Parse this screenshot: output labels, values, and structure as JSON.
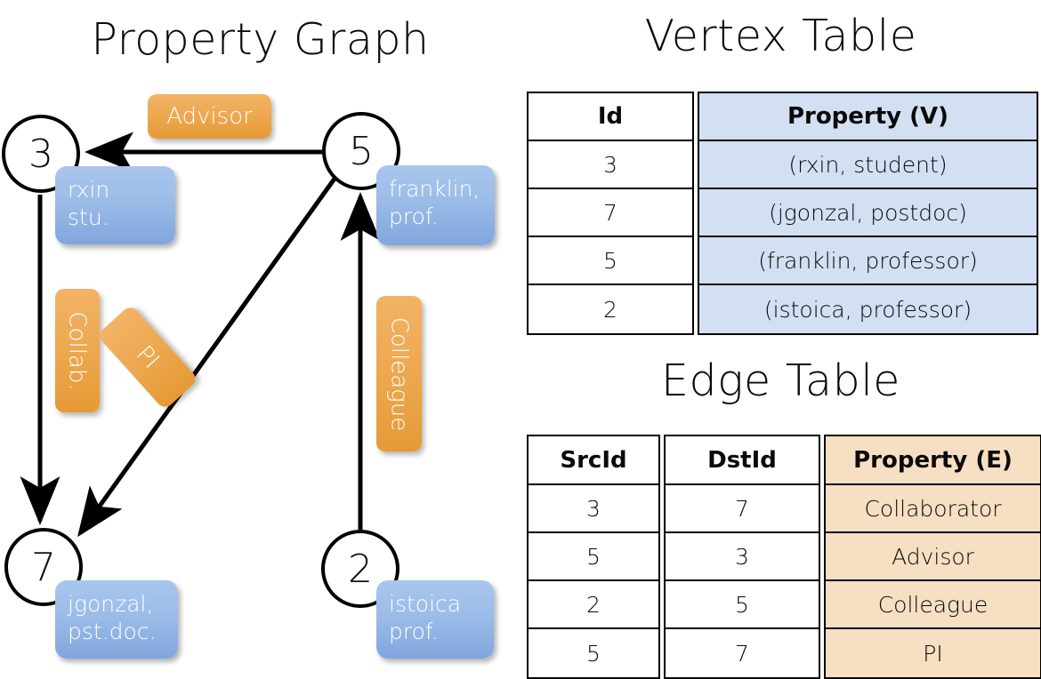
{
  "titles": {
    "property_graph": "Property Graph",
    "vertex_table": "Vertex Table",
    "edge_table": "Edge Table"
  },
  "graph": {
    "nodes": [
      {
        "id": "3",
        "label": "3",
        "property": "rxin\nstu."
      },
      {
        "id": "5",
        "label": "5",
        "property": "franklin,\nprof."
      },
      {
        "id": "7",
        "label": "7",
        "property": "jgonzal,\npst.doc."
      },
      {
        "id": "2",
        "label": "2",
        "property": "istoica\nprof."
      }
    ],
    "edge_labels": {
      "advisor": "Advisor",
      "collab": "Collab.",
      "pi": "PI",
      "colleague": "Colleague"
    },
    "edges": [
      {
        "from": "5",
        "to": "3",
        "label": "Advisor"
      },
      {
        "from": "3",
        "to": "7",
        "label": "Collab."
      },
      {
        "from": "5",
        "to": "7",
        "label": "PI"
      },
      {
        "from": "2",
        "to": "5",
        "label": "Colleague"
      }
    ]
  },
  "vertex_table": {
    "headers": [
      "Id",
      "Property (V)"
    ],
    "rows": [
      {
        "id": "3",
        "property": "(rxin, student)"
      },
      {
        "id": "7",
        "property": "(jgonzal, postdoc)"
      },
      {
        "id": "5",
        "property": "(franklin, professor)"
      },
      {
        "id": "2",
        "property": "(istoica, professor)"
      }
    ]
  },
  "edge_table": {
    "headers": [
      "SrcId",
      "DstId",
      "Property (E)"
    ],
    "rows": [
      {
        "src": "3",
        "dst": "7",
        "property": "Collaborator"
      },
      {
        "src": "5",
        "dst": "3",
        "property": "Advisor"
      },
      {
        "src": "2",
        "dst": "5",
        "property": "Colleague"
      },
      {
        "src": "5",
        "dst": "7",
        "property": "PI"
      }
    ]
  },
  "colors": {
    "vertex_header_blue": "#d3dff2",
    "edge_header_orange": "#f7dfc3",
    "node_box_blue": "#9cbce8",
    "edge_label_orange": "#eda84f",
    "stroke": "#000000",
    "background": "#ffffff"
  }
}
